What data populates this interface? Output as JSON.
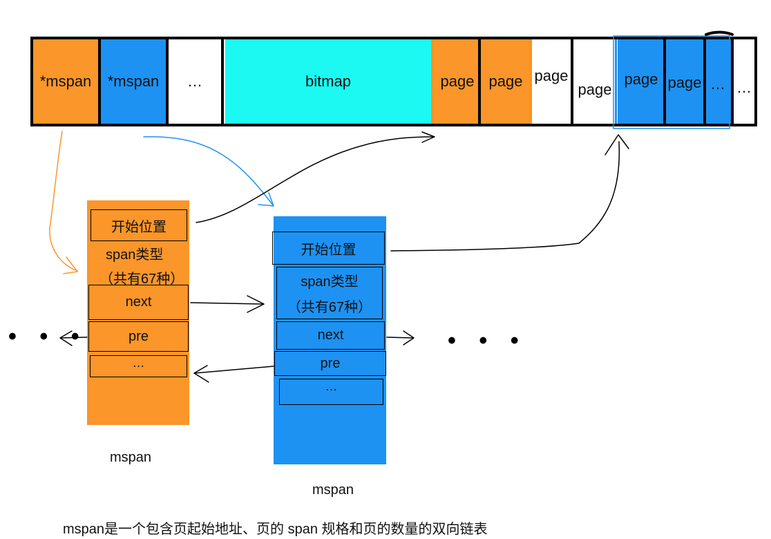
{
  "memory_strip": {
    "cells": [
      {
        "label": "*mspan",
        "color": "#FA962A"
      },
      {
        "label": "*mspan",
        "color": "#1D92F3"
      },
      {
        "label": "…",
        "color": "#FFFFFF"
      },
      {
        "label": "bitmap",
        "color": "#1CF9F3"
      },
      {
        "label": "page",
        "color": "#FA962A"
      },
      {
        "label": "page",
        "color": "#FA962A"
      },
      {
        "label": "page",
        "color": "#FFFFFF"
      },
      {
        "label": "page",
        "color": "#FFFFFF"
      },
      {
        "label": "page",
        "color": "#1D92F3"
      },
      {
        "label": "page",
        "color": "#1D92F3"
      },
      {
        "label": "…",
        "color": "#1D92F3"
      },
      {
        "label": "…",
        "color": "#FFFFFF"
      }
    ]
  },
  "mspan_orange": {
    "color": "#FA962A",
    "fields": {
      "start_position": "开始位置",
      "span_type_line1": "span类型",
      "span_type_line2": "（共有67种）",
      "next": "next",
      "pre": "pre",
      "more": "…"
    },
    "caption": "mspan"
  },
  "mspan_blue": {
    "color": "#1D92F3",
    "fields": {
      "start_position": "开始位置",
      "span_type_line1": "span类型",
      "span_type_line2": "（共有67种）",
      "next": "next",
      "pre": "pre",
      "more": "…"
    },
    "caption": "mspan"
  },
  "ellipsis_left": "• • •",
  "ellipsis_right": "• • •",
  "footer_caption": "mspan是一个包含页起始地址、页的 span 规格和页的数量的双向链表"
}
